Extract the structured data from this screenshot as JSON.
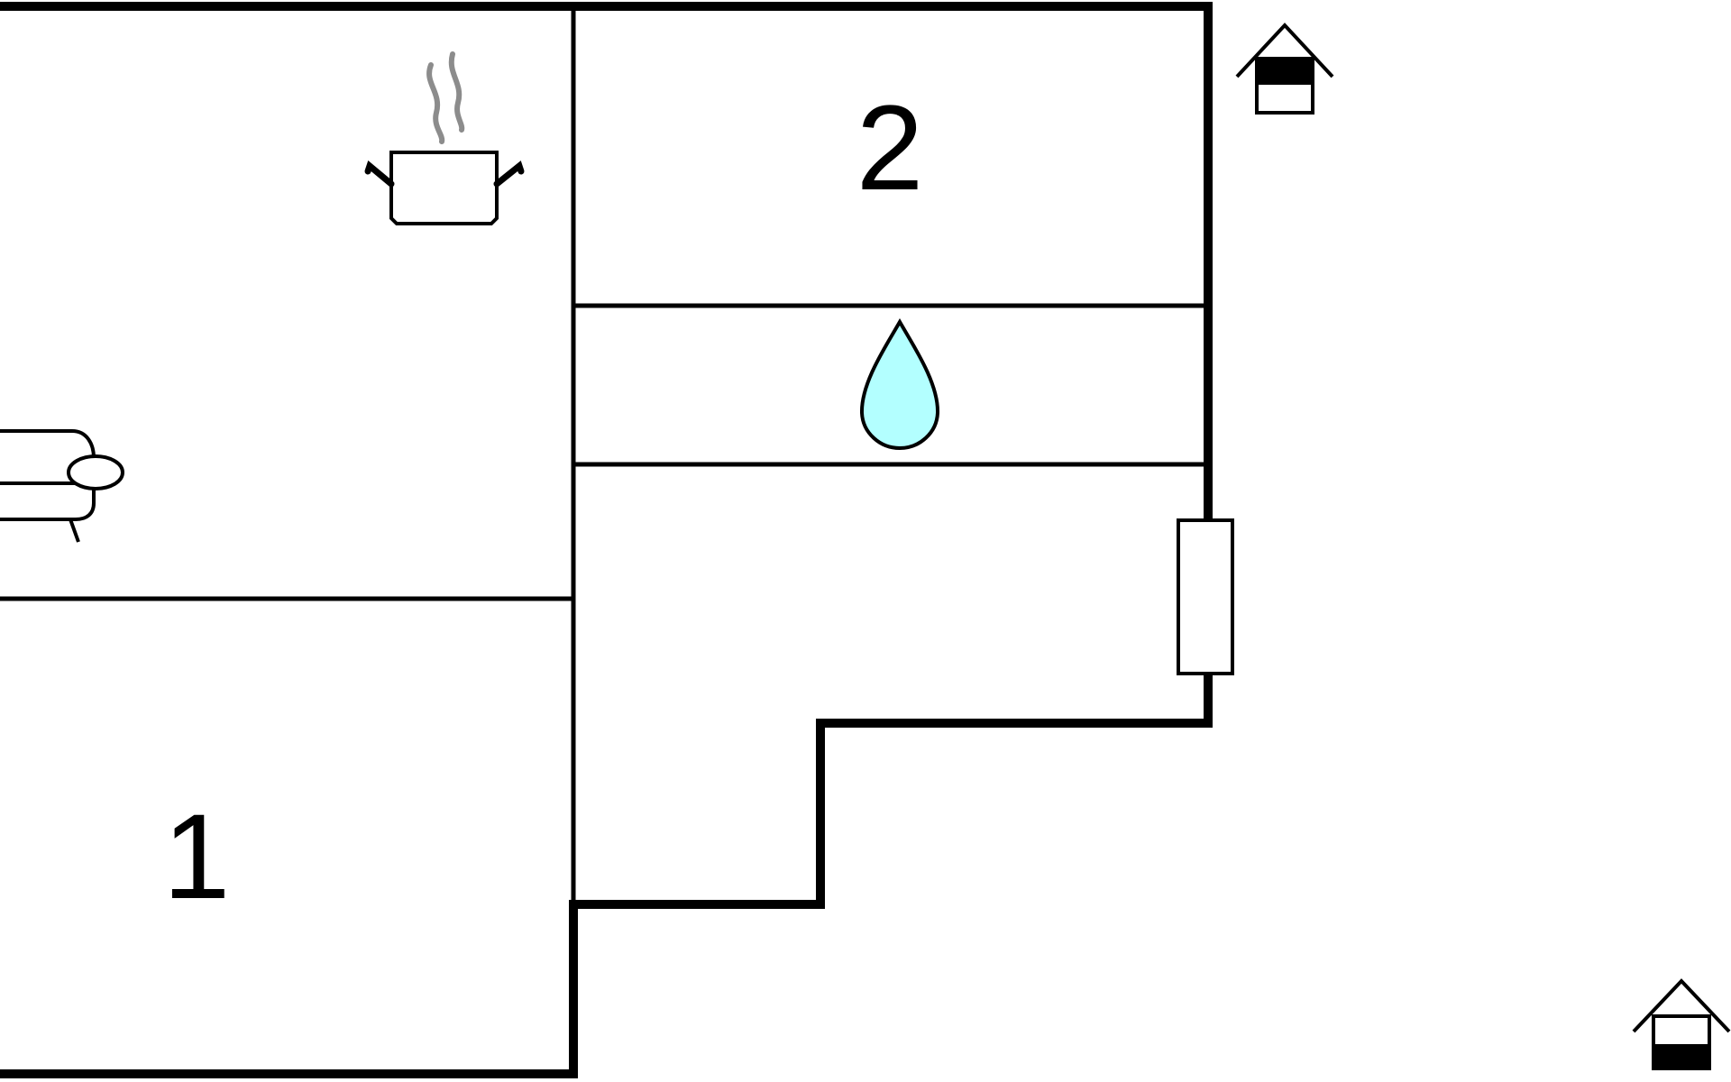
{
  "floor_plan": {
    "rooms": [
      {
        "id": "bedroom-1",
        "number": "1",
        "icon": "bed-number"
      },
      {
        "id": "bedroom-2",
        "number": "2",
        "icon": "bed-number"
      },
      {
        "id": "kitchen",
        "icon": "cooking-pot-icon"
      },
      {
        "id": "living-room",
        "icon": "sofa-icon"
      },
      {
        "id": "bathroom",
        "icon": "water-drop-icon"
      }
    ],
    "exterior_icons": [
      "entrance-house-icon",
      "entrance-house-icon"
    ],
    "colors": {
      "wall": "#000000",
      "steam": "#8c8c8c",
      "water": "#b3ffff",
      "background": "#ffffff"
    }
  }
}
